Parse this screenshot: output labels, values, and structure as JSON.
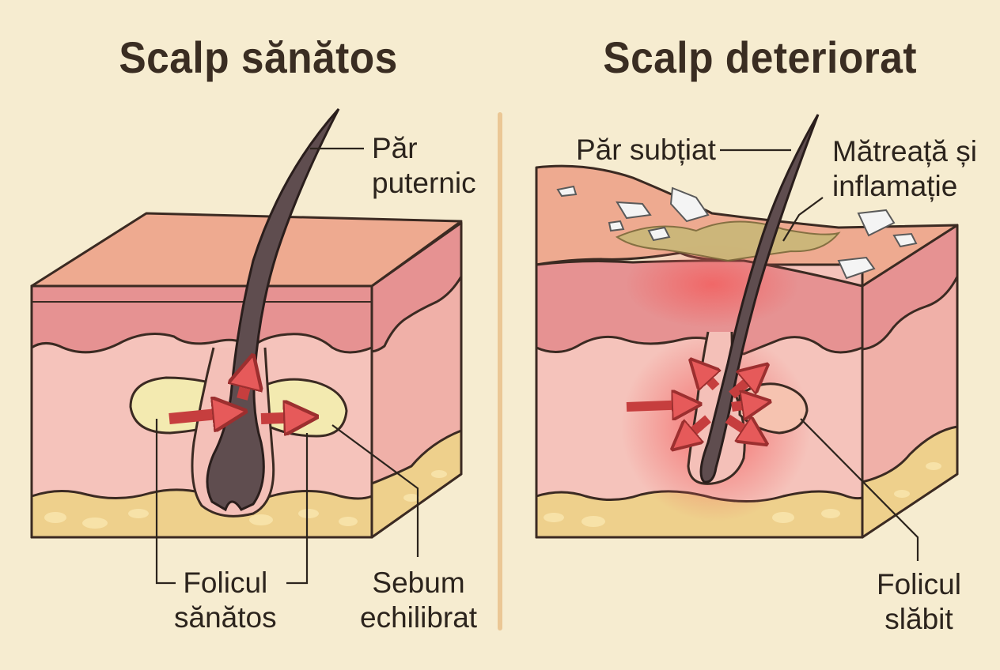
{
  "left_panel": {
    "title": "Scalp sănătos",
    "labels": {
      "hair": [
        "Păr",
        "puternic"
      ],
      "follicle": [
        "Folicul",
        "sănătos"
      ],
      "sebum": [
        "Sebum",
        "echilibrat"
      ]
    }
  },
  "right_panel": {
    "title": "Scalp deteriorat",
    "labels": {
      "hair": [
        "Păr subțiat"
      ],
      "dandruff": [
        "Mătreață și",
        "inflamație"
      ],
      "follicle": [
        "Folicul",
        "slăbit"
      ]
    }
  },
  "colors": {
    "background": "#f6ecd0",
    "divider": "#ebc795",
    "outline": "#3b2a22",
    "skin_top": "#eeaa90",
    "epidermis": "#e69292",
    "dermis": "#f5c3bb",
    "fat": "#eed08c",
    "hair": "#5f4d4f",
    "sebum": "#f3eab0",
    "arrow": "#e65a5a",
    "inflammation": "#f07070",
    "flake": "#f2f2f2"
  }
}
